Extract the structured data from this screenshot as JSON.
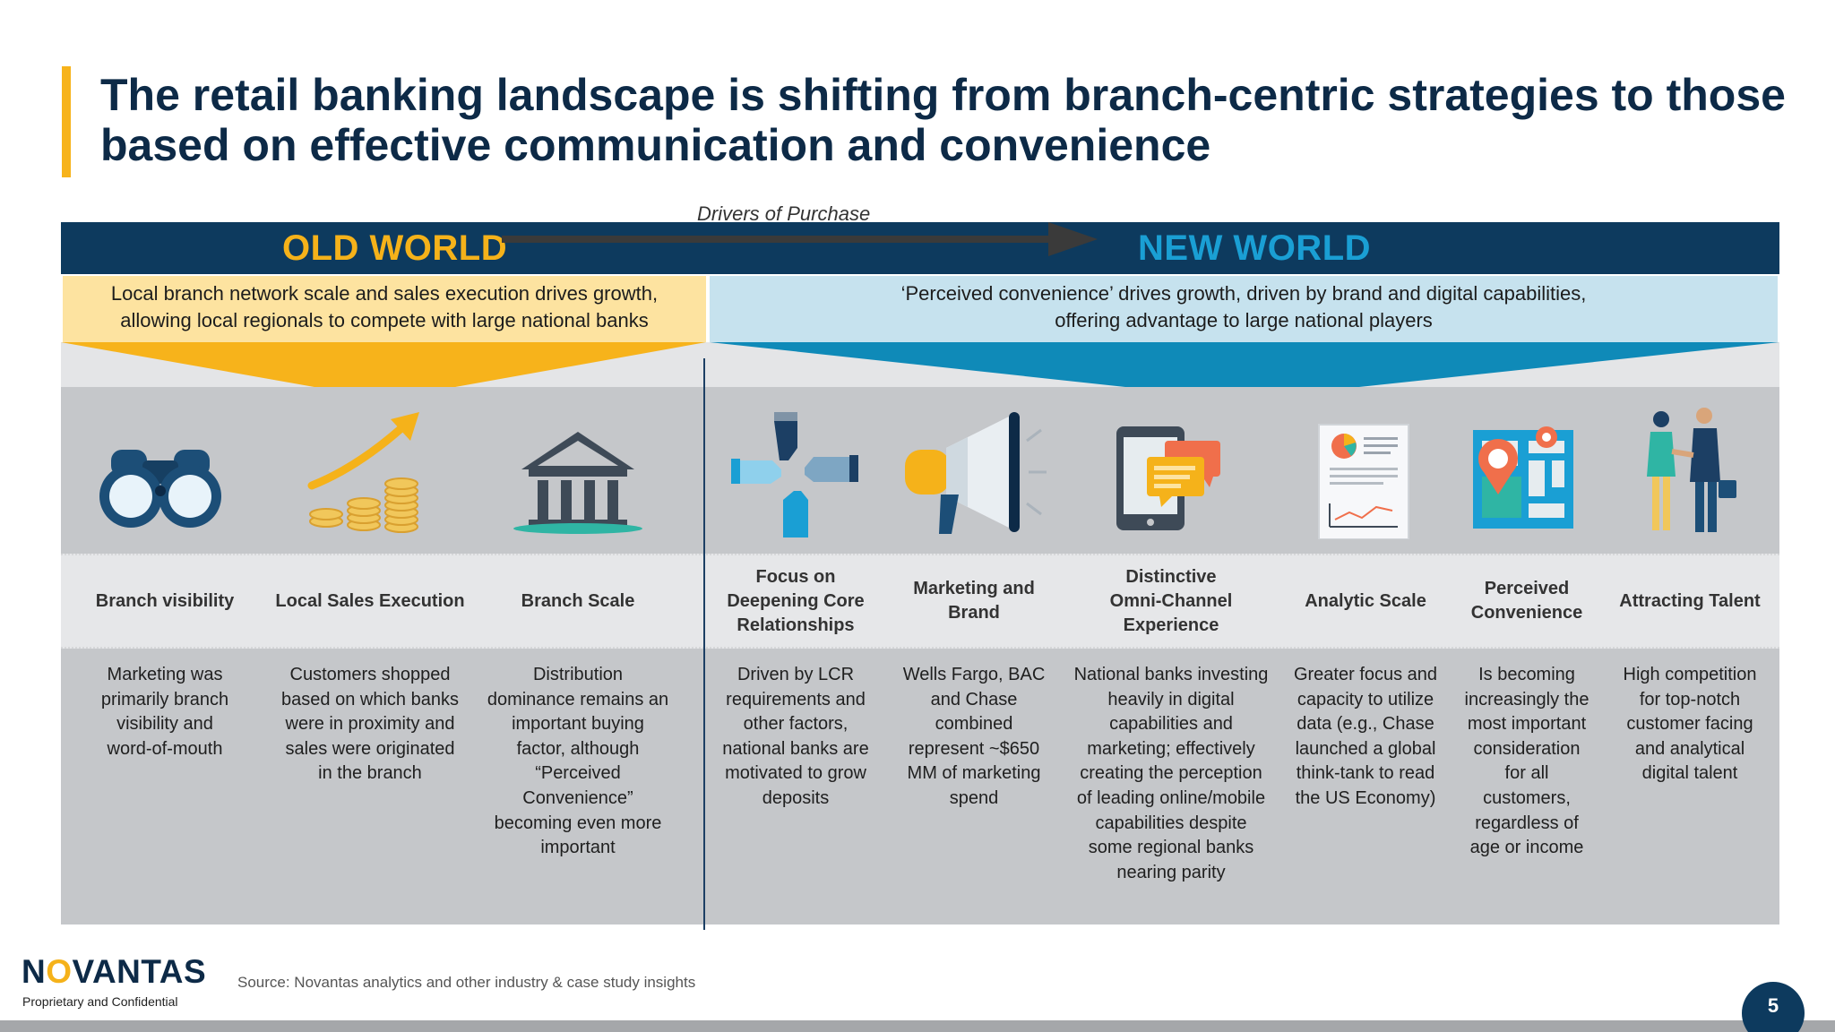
{
  "title": "The retail banking landscape is shifting from branch-centric strategies to those based on effective communication and convenience",
  "drivers_label": "Drivers of Purchase",
  "old_world": {
    "heading": "OLD WORLD",
    "summary_line1": "Local branch network scale and sales execution drives growth,",
    "summary_line2": "allowing local regionals to compete with large national banks"
  },
  "new_world": {
    "heading": "NEW WORLD",
    "summary_line1": "‘Perceived convenience’ drives growth, driven by brand and digital capabilities,",
    "summary_line2": "offering advantage to large national players"
  },
  "columns": [
    {
      "icon": "binoculars-icon",
      "label": "Branch visibility",
      "desc": [
        "Marketing was",
        "primarily branch",
        "visibility and",
        "word-of-mouth"
      ]
    },
    {
      "icon": "coins-growth-icon",
      "label": "Local Sales Execution",
      "desc": [
        "Customers shopped",
        "based on which banks",
        "were in proximity and",
        "sales were originated",
        "in the branch"
      ]
    },
    {
      "icon": "bank-building-icon",
      "label": "Branch Scale",
      "desc": [
        "Distribution",
        "dominance remains an",
        "important buying",
        "factor, although",
        "“Perceived",
        "Convenience”",
        "becoming even more",
        "important"
      ]
    },
    {
      "icon": "hands-together-icon",
      "label": [
        "Focus on",
        "Deepening Core",
        "Relationships"
      ],
      "desc": [
        "Driven by LCR",
        "requirements and",
        "other factors,",
        "national banks are",
        "motivated to grow",
        "deposits"
      ]
    },
    {
      "icon": "megaphone-icon",
      "label": [
        "Marketing and",
        "Brand"
      ],
      "desc": [
        "Wells Fargo, BAC",
        "and Chase",
        "combined",
        "represent ~$650",
        "MM of marketing",
        "spend"
      ]
    },
    {
      "icon": "tablet-chat-icon",
      "label": [
        "Distinctive",
        "Omni-Channel",
        "Experience"
      ],
      "desc": [
        "National banks investing",
        "heavily in digital",
        "capabilities and",
        "marketing; effectively",
        "creating the perception",
        "of leading online/mobile",
        "capabilities despite",
        "some regional banks",
        "nearing parity"
      ]
    },
    {
      "icon": "report-chart-icon",
      "label": "Analytic Scale",
      "desc": [
        "Greater focus and",
        "capacity to utilize",
        "data (e.g., Chase",
        "launched a global",
        "think-tank to read",
        "the US Economy)"
      ]
    },
    {
      "icon": "map-pin-icon",
      "label": [
        "Perceived",
        "Convenience"
      ],
      "desc": [
        "Is becoming",
        "increasingly the",
        "most important",
        "consideration",
        "for all",
        "customers,",
        "regardless of",
        "age or income"
      ]
    },
    {
      "icon": "handshake-people-icon",
      "label": "Attracting Talent",
      "desc": [
        "High competition",
        "for top-notch",
        "customer facing",
        "and analytical",
        "digital talent"
      ]
    }
  ],
  "footer": {
    "logo_pre": "N",
    "logo_o": "O",
    "logo_post": "VANTAS",
    "confidential": "Proprietary and Confidential",
    "source": "Source: Novantas analytics and other industry & case study insights",
    "page_number": "5"
  },
  "colors": {
    "navy": "#0d3a5e",
    "gold": "#f5b21a",
    "teal": "#1a9fd4",
    "old_tint": "#fde3a0",
    "new_tint": "#c6e2ee"
  }
}
